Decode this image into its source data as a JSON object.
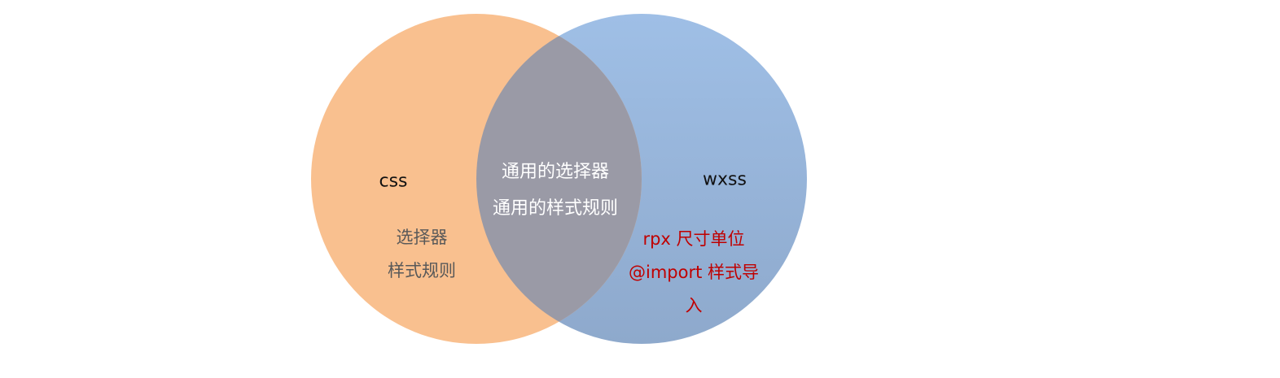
{
  "diagram": {
    "type": "venn",
    "colors": {
      "left_fill": "#f9c08f",
      "right_fill_top": "#9fbfe6",
      "right_fill_bottom": "#8ea9cc",
      "overlap_fill": "#9a9aa6"
    },
    "left_set": {
      "title": "css",
      "items": [
        "选择器",
        "样式规则"
      ]
    },
    "right_set": {
      "title": "wxss",
      "items": [
        "rpx 尺寸单位",
        "@import 样式导",
        "入"
      ]
    },
    "overlap": {
      "items": [
        "通用的选择器",
        "通用的样式规则"
      ]
    }
  }
}
